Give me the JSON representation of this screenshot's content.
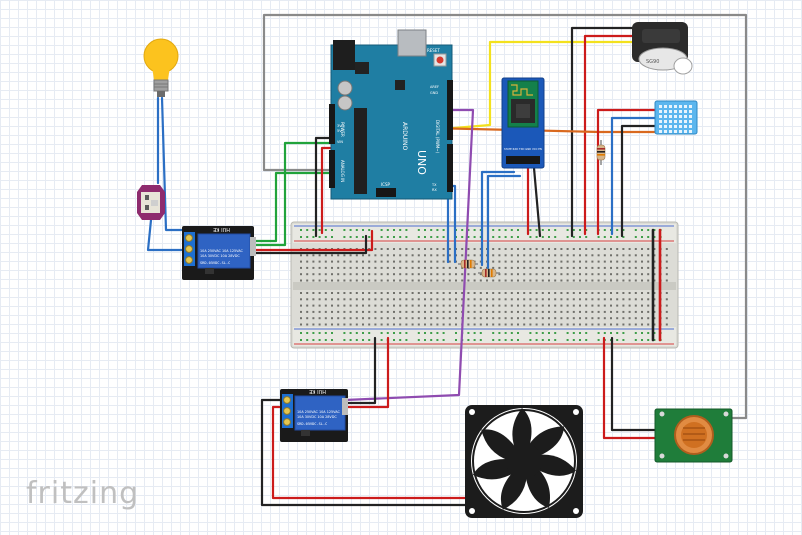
{
  "watermark": "fritzing",
  "arduino": {
    "model": "UNO",
    "brand": "ARDUINO",
    "digital_header_label": "DIGITAL (PWM~)",
    "power_header_label": "POWER",
    "analog_header_label": "ANALOG IN",
    "icsp_label": "ICSP",
    "reset_label": "RESET",
    "pin_aref": "AREF",
    "pin_gnd": "GND",
    "pin_5v": "5V",
    "pin_3v3": "3V3",
    "pin_vin": "VIN",
    "pin_tx": "TX",
    "pin_rx": "RX"
  },
  "relay_1": {
    "brand": "HUI KE",
    "line1": "10A 250VAC 10A 125VAC",
    "line2": "10A 30VDC 10A 28VDC",
    "model": "SRD-05VDC-SL-C",
    "pins": "S + -"
  },
  "relay_2": {
    "brand": "HUI KE",
    "line1": "10A 250VAC 10A 125VAC",
    "line2": "10A 30VDC 10A 28VDC",
    "model": "SRD-05VDC-SL-C",
    "pins": "S + -"
  },
  "bluetooth": {
    "pins": "STATE RXD TXD GND VCC EN"
  },
  "servo": {
    "label": "SG90"
  },
  "bulb": {
    "kind": "lamp"
  },
  "colors": {
    "wire_red": "#cc1b1b",
    "wire_black": "#222222",
    "wire_blue": "#2b6fc4",
    "wire_green": "#21a33b",
    "wire_yellow": "#f3e11e",
    "wire_orange": "#d9691f",
    "wire_purple": "#8f4bb0",
    "wire_gray": "#8a8a8a",
    "arduino_blue": "#1f7ea3",
    "relay_blue": "#2f63c3",
    "sensor_green": "#1f7d3a",
    "dht_blue": "#5cb6ee"
  }
}
